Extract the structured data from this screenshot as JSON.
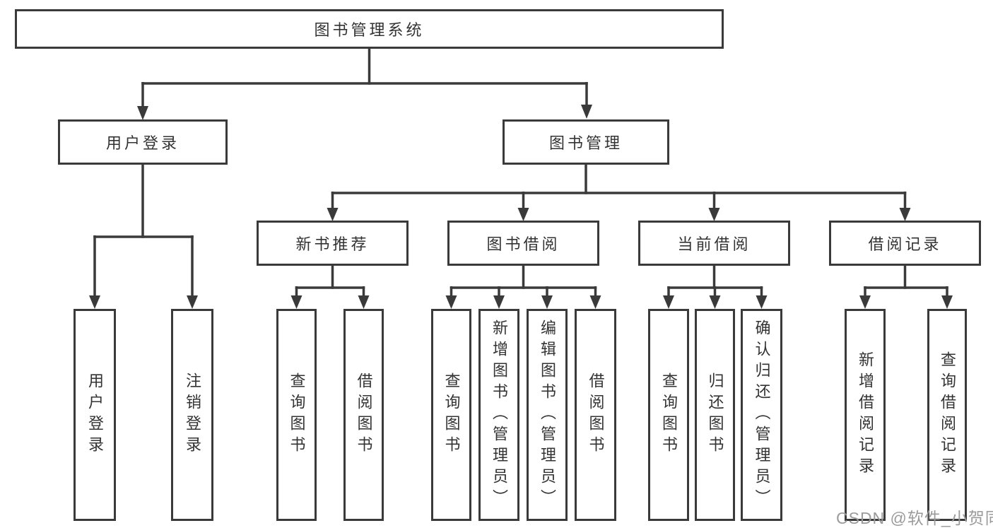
{
  "diagram": {
    "title": "图书管理系统",
    "tree": {
      "label": "图书管理系统",
      "children": [
        {
          "label": "用户登录",
          "children": [
            {
              "label": "用户登录"
            },
            {
              "label": "注销登录"
            }
          ]
        },
        {
          "label": "图书管理",
          "children": [
            {
              "label": "新书推荐",
              "children": [
                {
                  "label": "查询图书"
                },
                {
                  "label": "借阅图书"
                }
              ]
            },
            {
              "label": "图书借阅",
              "children": [
                {
                  "label": "查询图书"
                },
                {
                  "label": "新增图书（管理员）"
                },
                {
                  "label": "编辑图书（管理员）"
                },
                {
                  "label": "借阅图书"
                }
              ]
            },
            {
              "label": "当前借阅",
              "children": [
                {
                  "label": "查询图书"
                },
                {
                  "label": "归还图书"
                },
                {
                  "label": "确认归还（管理员）"
                }
              ]
            },
            {
              "label": "借阅记录",
              "children": [
                {
                  "label": "新增借阅记录"
                },
                {
                  "label": "查询借阅记录"
                }
              ]
            }
          ]
        }
      ]
    },
    "watermark": "CSDN @软件_小贺同学",
    "colors": {
      "line": "#3a3a3a",
      "text": "#333333",
      "box_background": "#ffffff",
      "watermark": "#9b9b9b"
    }
  }
}
